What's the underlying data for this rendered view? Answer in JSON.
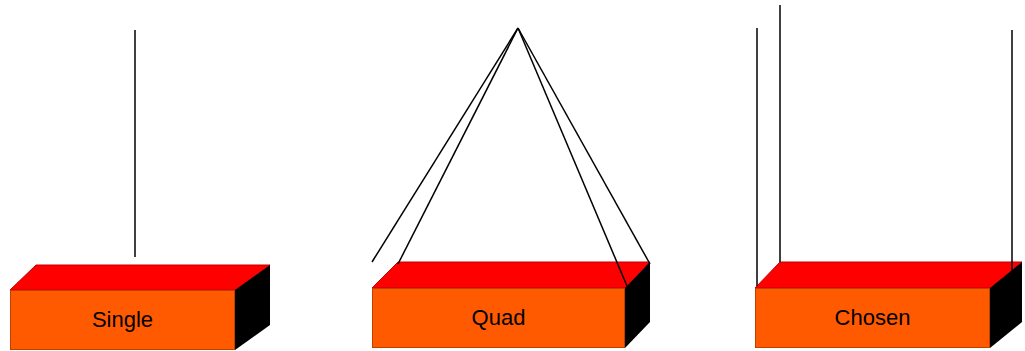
{
  "diagram": {
    "nodes": [
      {
        "text": [
          "Single"
        ]
      },
      {
        "text": [
          "Quad"
        ]
      },
      {
        "text": [
          "Chosen"
        ]
      }
    ]
  }
}
